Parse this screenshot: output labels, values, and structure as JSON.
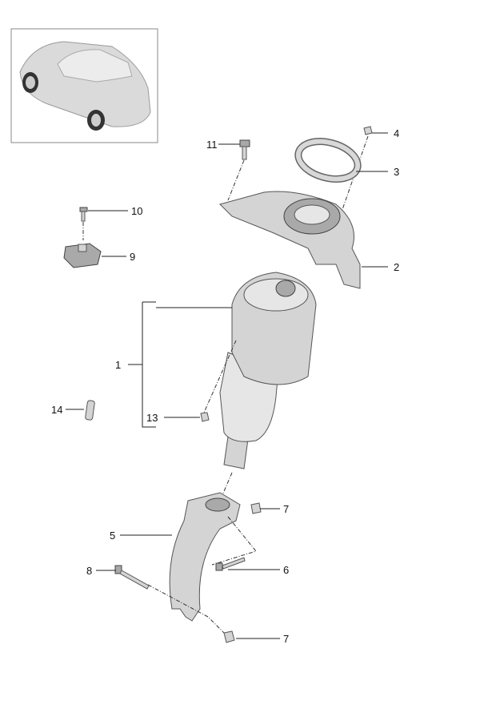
{
  "diagram": {
    "thumbnail": "vehicle-overview",
    "callouts": {
      "c1": "1",
      "c2": "2",
      "c3": "3",
      "c4": "4",
      "c5": "5",
      "c6": "6",
      "c7a": "7",
      "c7b": "7",
      "c8": "8",
      "c9": "9",
      "c10": "10",
      "c11": "11",
      "c13": "13",
      "c14": "14"
    }
  }
}
